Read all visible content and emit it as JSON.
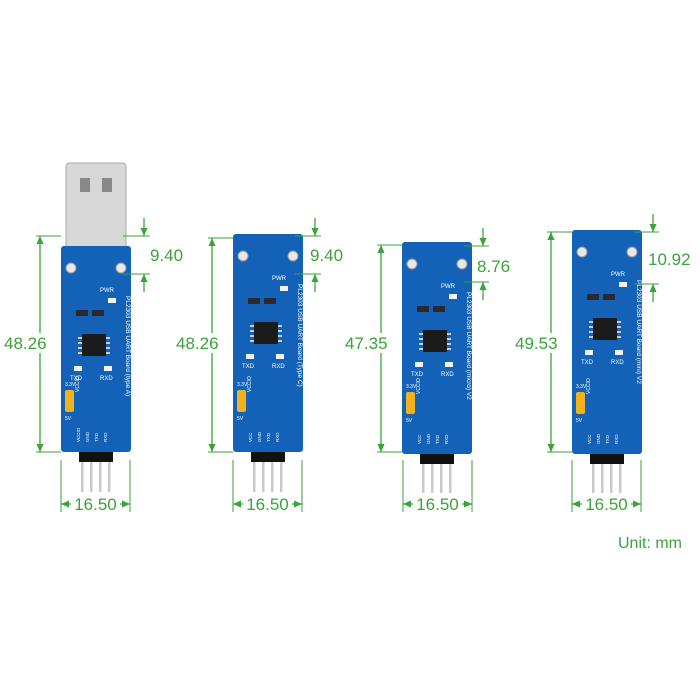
{
  "colors": {
    "dimension": "#3aa33a",
    "pcb": "#1462b8",
    "pcb_dark": "#0e4f99",
    "silkscreen": "#ffffff",
    "metal": "#d7d7d7",
    "jumper": "#f2b21b",
    "pin": "#c9c9c9",
    "header": "#111111"
  },
  "unit_label": "Unit: mm",
  "boards": [
    {
      "id": "type-a",
      "connector": "usb-a",
      "label": "PL2303 USB UART Board (type A)",
      "dims": {
        "length": "48.26",
        "width": "16.50",
        "connector": "9.40"
      },
      "silk": {
        "pwr": "PWR",
        "txd": "TXD",
        "rxd": "RXD",
        "v33": "3.3V",
        "v5": "5V",
        "vccio": "VCCIO",
        "pin_vcc": "VCCIO",
        "pin_gnd": "GND",
        "pin_txd": "TXD",
        "pin_rxd": "RXD"
      }
    },
    {
      "id": "type-c",
      "connector": "usb-c",
      "label": "PL2303 USB UART Board (Type C)",
      "dims": {
        "length": "48.26",
        "width": "16.50",
        "connector": "9.40"
      },
      "silk": {
        "pwr": "PWR",
        "txd": "TXD",
        "rxd": "RXD",
        "v33": "3.3V",
        "v5": "5V",
        "vccio": "VCCIO",
        "pin_vcc": "VCC",
        "pin_gnd": "GND",
        "pin_txd": "TXD",
        "pin_rxd": "RXD"
      }
    },
    {
      "id": "micro",
      "connector": "micro-usb",
      "label": "PL2303 USB UART Board (micro) V2",
      "dims": {
        "length": "47.35",
        "width": "16.50",
        "connector": "8.76"
      },
      "silk": {
        "pwr": "PWR",
        "txd": "TXD",
        "rxd": "RXD",
        "v33": "3.3V",
        "v5": "5V",
        "vccio": "VCCIO",
        "pin_vcc": "VCC",
        "pin_gnd": "GND",
        "pin_txd": "TXD",
        "pin_rxd": "RXD"
      }
    },
    {
      "id": "mini",
      "connector": "mini-usb",
      "label": "PL2303 USB UART Board (mini) V2",
      "dims": {
        "length": "49.53",
        "width": "16.50",
        "connector": "10.92"
      },
      "silk": {
        "pwr": "PWR",
        "txd": "TXD",
        "rxd": "RXD",
        "v33": "3.3V",
        "v5": "5V",
        "vccio": "VCCIO",
        "pin_vcc": "VCC",
        "pin_gnd": "GND",
        "pin_txd": "TXD",
        "pin_rxd": "RXD"
      }
    }
  ]
}
